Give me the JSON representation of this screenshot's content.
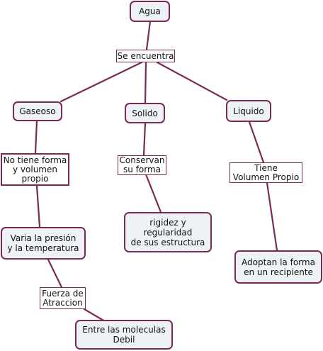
{
  "concept_map": {
    "nodes": {
      "agua": "Agua",
      "gaseoso": "Gaseoso",
      "solido": "Solido",
      "liquido": "Liquido",
      "no_tiene_forma": "No tiene forma\ny volumen\npropio",
      "varia_presion": "Varia la presión\ny la temperatura",
      "entre_moleculas": "Entre las moleculas\nDebil",
      "rigidez": "rigidez y\nregularidad\nde sus estructura",
      "adoptan_forma": "Adoptan la forma\nen un recipiente"
    },
    "links": {
      "se_encuentra": "Se encuentra",
      "fuerza_atraccion": "Fuerza de\nAtraccion",
      "conservan_forma": "Conservan\nsu forma",
      "tiene_volumen": "Tiene\nVolumen Propio"
    }
  },
  "colors": {
    "connector": "#7a2a55",
    "node_fill": "#eef1f5",
    "label_fill": "#ffffff"
  }
}
